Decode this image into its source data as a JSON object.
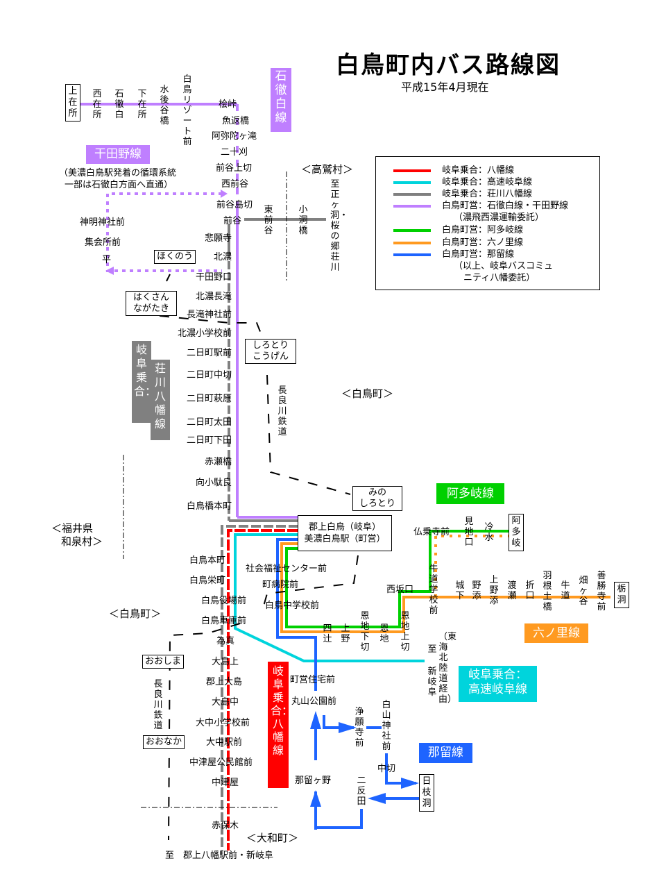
{
  "title": "白鳥町内バス路線図",
  "subtitle": "平成15年4月現在",
  "colors": {
    "hachiman": "#ff0000",
    "kousoku": "#00d4dc",
    "shokawa": "#808080",
    "ishidoshiro": "#bf7fff",
    "atagi": "#00d000",
    "rokunori": "#ff9a20",
    "nadome": "#1e64ff",
    "rail": "#000000"
  },
  "legend": [
    {
      "label": "岐阜乗合：八幡線",
      "color_key": "hachiman"
    },
    {
      "label": "岐阜乗合：高速岐阜線",
      "color_key": "kousoku"
    },
    {
      "label": "岐阜乗合：荘川八幡線",
      "color_key": "shokawa"
    },
    {
      "label": "白鳥町営：石徹白線・干田野線",
      "color_key": "ishidoshiro"
    },
    {
      "label": "（濃飛西濃運輸委託）",
      "color_key": null
    },
    {
      "label": "白鳥町営：阿多岐線",
      "color_key": "atagi"
    },
    {
      "label": "白鳥町営：六ノ里線",
      "color_key": "rokunori"
    },
    {
      "label": "白鳥町営：那留線",
      "color_key": "nadome"
    },
    {
      "label": "（以上、岐阜バスコミュ",
      "color_key": null
    },
    {
      "label": "ニティ八幡委託）",
      "color_key": null
    }
  ],
  "line_tags": {
    "ishidoshiro": "石徹白線",
    "hidano": "干田野線",
    "hidano_note1": "（美濃白鳥駅発着の循環系統",
    "hidano_note2": "一部は石徹白方面へ直通）",
    "shokawa_1": "岐阜乗合：",
    "shokawa_2": "荘川八幡線",
    "atagi": "阿多岐線",
    "rokunori": "六ノ里線",
    "kousoku": "岐阜乗合：高速岐阜線",
    "hachiman": "岐阜乗合：八幡線",
    "nadome": "那留線"
  },
  "areas": {
    "takasago": "＜高鷲村＞",
    "shirotori_east": "＜白鳥町＞",
    "shirotori_west": "＜白鳥町＞",
    "fukui": "＜福井県",
    "izumi": "和泉村＞",
    "yamato": "＜大和町＞"
  },
  "stations_rail": {
    "hokunou": "ほくのう",
    "hakusan": "はくさん\nながたき",
    "koogen": "しろとり\nこうげん",
    "minoshirotori": "みの\nしろとり",
    "ooshima": "おおしま",
    "oonaka": "おおなか",
    "rail_north": "長良川鉄道",
    "rail_south": "長良川鉄道"
  },
  "terminal": {
    "line1": "郡上白鳥（岐阜）",
    "line2": "美濃白鳥駅（町営）"
  },
  "ishidoshiro_stops": [
    "上在所",
    "西在所",
    "石徹白",
    "下在所",
    "水後谷橋",
    "白鳥リゾート前"
  ],
  "main_stops_upper": [
    "桧峠",
    "魚返橋",
    "阿弥陀ヶ滝",
    "二十刈",
    "前谷上切",
    "西前谷",
    "前谷島切",
    "前谷",
    "悲願寺",
    "北濃",
    "干田野口",
    "北濃長滝",
    "長滝神社前",
    "北濃小学校前",
    "二日町駅前",
    "二日町中切",
    "二日町萩原",
    "二日町太田",
    "二日町下田",
    "赤瀬橋",
    "向小駄良",
    "白鳥橋本町"
  ],
  "hidano_stops": [
    "神明神社前",
    "集会所前",
    "平"
  ],
  "shokawa_east": [
    "東前谷",
    "小洞橋",
    "至 正ヶ洞・桜の郷荘川"
  ],
  "main_stops_lower": [
    "白鳥本町",
    "白鳥栄町",
    "白鳥役場前",
    "白鳥車庫前",
    "為真",
    "大島上",
    "郡上大島",
    "大島中",
    "大中小学校前",
    "大中駅前",
    "中津屋公民館前",
    "中津屋",
    "赤保木"
  ],
  "south_end": "至　郡上八幡駅前・新岐阜",
  "inner_stops": [
    "社会福祉センター前",
    "町病院前",
    "白鳥中学校前"
  ],
  "rokunori_stops": [
    "四辻",
    "上野",
    "恩地下切",
    "恩地",
    "恩地上切",
    "西坂口",
    "牛道学校前",
    "城下",
    "野添",
    "上野添",
    "渡瀬",
    "折口",
    "羽根土橋",
    "牛道",
    "畑ヶ谷",
    "善勝寺前",
    "栃洞"
  ],
  "atagi_stops": [
    "仏乗寺前",
    "見地口",
    "冷水",
    "阿多岐"
  ],
  "kousoku_dest": {
    "to": "至",
    "dest": "新岐阜",
    "via": "（東海北陸道経由）"
  },
  "nadome_stops": [
    "町営住宅前",
    "丸山公園前",
    "浄願寺前",
    "白山神社前",
    "中切",
    "日枝洞",
    "二反田",
    "那留ヶ野"
  ]
}
